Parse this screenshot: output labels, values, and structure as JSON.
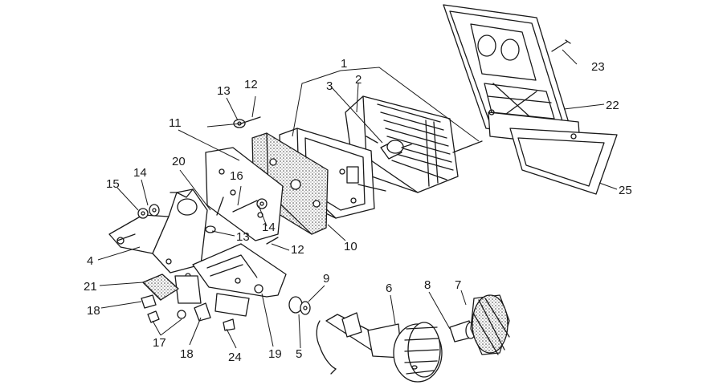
{
  "diagram": {
    "type": "exploded-parts-diagram",
    "callouts": [
      "1",
      "2",
      "3",
      "4",
      "5",
      "6",
      "7",
      "8",
      "9",
      "10",
      "11",
      "12",
      "12",
      "13",
      "13",
      "14",
      "14",
      "15",
      "16",
      "17",
      "18",
      "18",
      "19",
      "20",
      "21",
      "22",
      "23",
      "24",
      "25"
    ]
  }
}
